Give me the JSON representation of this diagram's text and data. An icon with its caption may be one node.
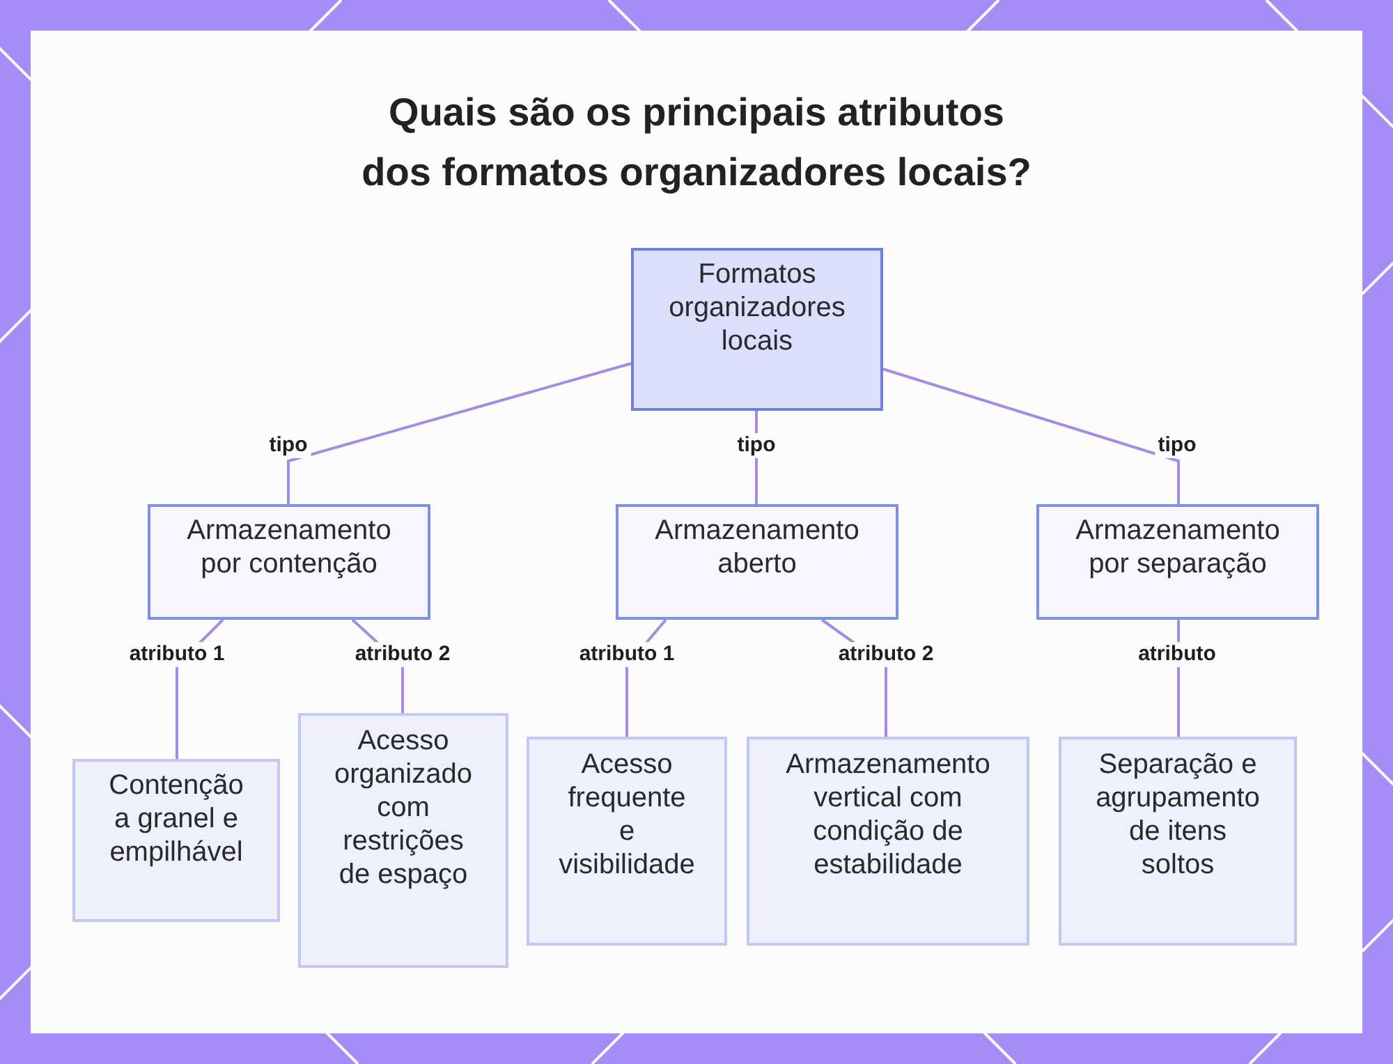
{
  "diagram": {
    "title": "Quais são os principais atributos dos formatos organizadores locais?",
    "nodes": [
      {
        "text": [
          "Formatos organizadores locais"
        ]
      },
      {
        "text": [
          "Armazenamento por contenção"
        ]
      },
      {
        "text": [
          "Armazenamento aberto"
        ]
      },
      {
        "text": [
          "Armazenamento por separação"
        ]
      },
      {
        "text": [
          "Contenção a granel e empilhável"
        ]
      },
      {
        "text": [
          "Acesso organizado com restrições de espaço"
        ]
      },
      {
        "text": [
          "Acesso frequente e visibilidade"
        ]
      },
      {
        "text": [
          "Armazenamento vertical com condição de estabilidade"
        ]
      },
      {
        "text": [
          "Separação e agrupamento de itens soltos"
        ]
      }
    ],
    "edges": [
      {
        "from": 0,
        "to": 1,
        "arrow": "none",
        "label": "tipo"
      },
      {
        "from": 0,
        "to": 2,
        "arrow": "none",
        "label": "tipo"
      },
      {
        "from": 0,
        "to": 3,
        "arrow": "none",
        "label": "tipo"
      },
      {
        "from": 1,
        "to": 4,
        "arrow": "none",
        "label": "atributo 1"
      },
      {
        "from": 1,
        "to": 5,
        "arrow": "none",
        "label": "atributo 2"
      },
      {
        "from": 2,
        "to": 6,
        "arrow": "none",
        "label": "atributo 1"
      },
      {
        "from": 2,
        "to": 7,
        "arrow": "none",
        "label": "atributo 2"
      },
      {
        "from": 3,
        "to": 8,
        "arrow": "none",
        "label": "atributo"
      }
    ]
  }
}
